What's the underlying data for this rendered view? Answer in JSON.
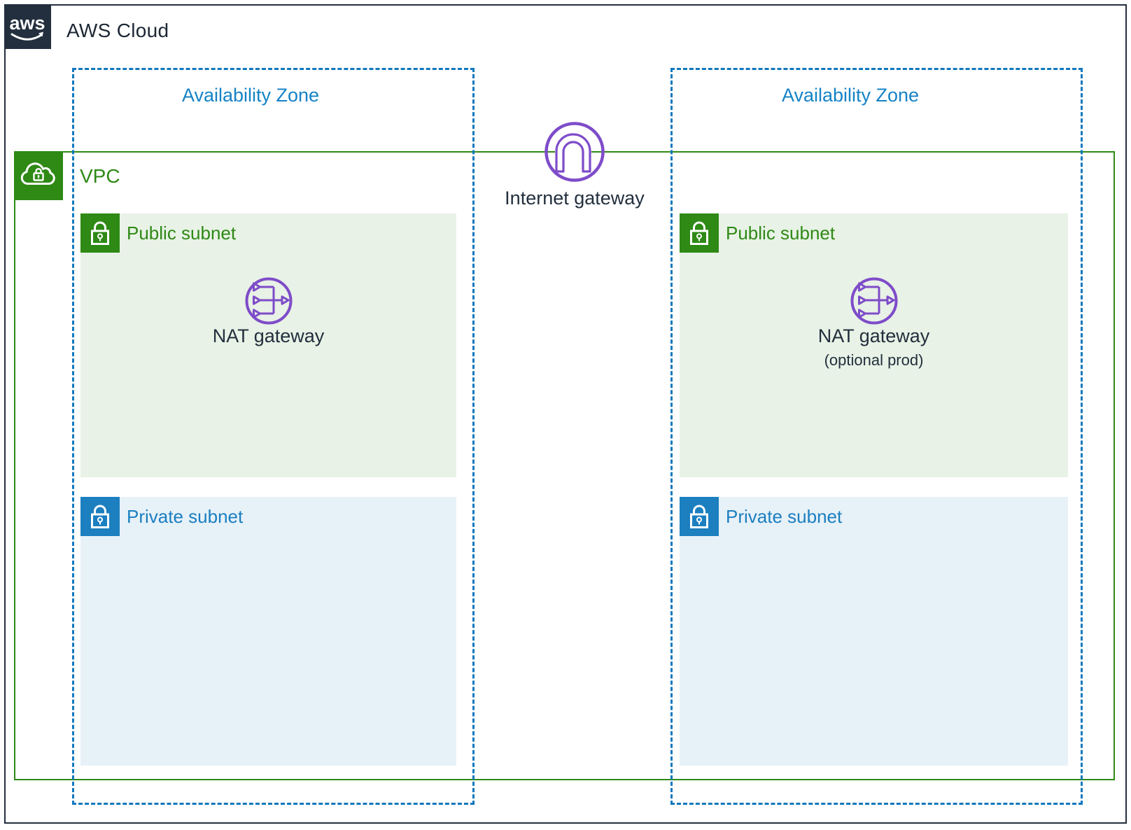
{
  "header": {
    "title": "AWS Cloud",
    "logo_text": "aws"
  },
  "availability_zones": [
    {
      "label": "Availability Zone"
    },
    {
      "label": "Availability Zone"
    }
  ],
  "vpc": {
    "label": "VPC"
  },
  "internet_gateway": {
    "label": "Internet gateway"
  },
  "zones": [
    {
      "public_subnet": {
        "label": "Public subnet",
        "nat_gateway": {
          "label": "NAT gateway",
          "sublabel": ""
        }
      },
      "private_subnet": {
        "label": "Private subnet"
      }
    },
    {
      "public_subnet": {
        "label": "Public subnet",
        "nat_gateway": {
          "label": "NAT gateway",
          "sublabel": "(optional prod)"
        }
      },
      "private_subnet": {
        "label": "Private subnet"
      }
    }
  ],
  "colors": {
    "dark": "#232f3e",
    "green": "#2e8915",
    "blue_dash": "#1178bd",
    "blue_text": "#1583c6",
    "purple": "#7e4cc9",
    "public_subnet_bg": "#e8f2e6",
    "private_subnet_bg": "#e7f1f8"
  }
}
